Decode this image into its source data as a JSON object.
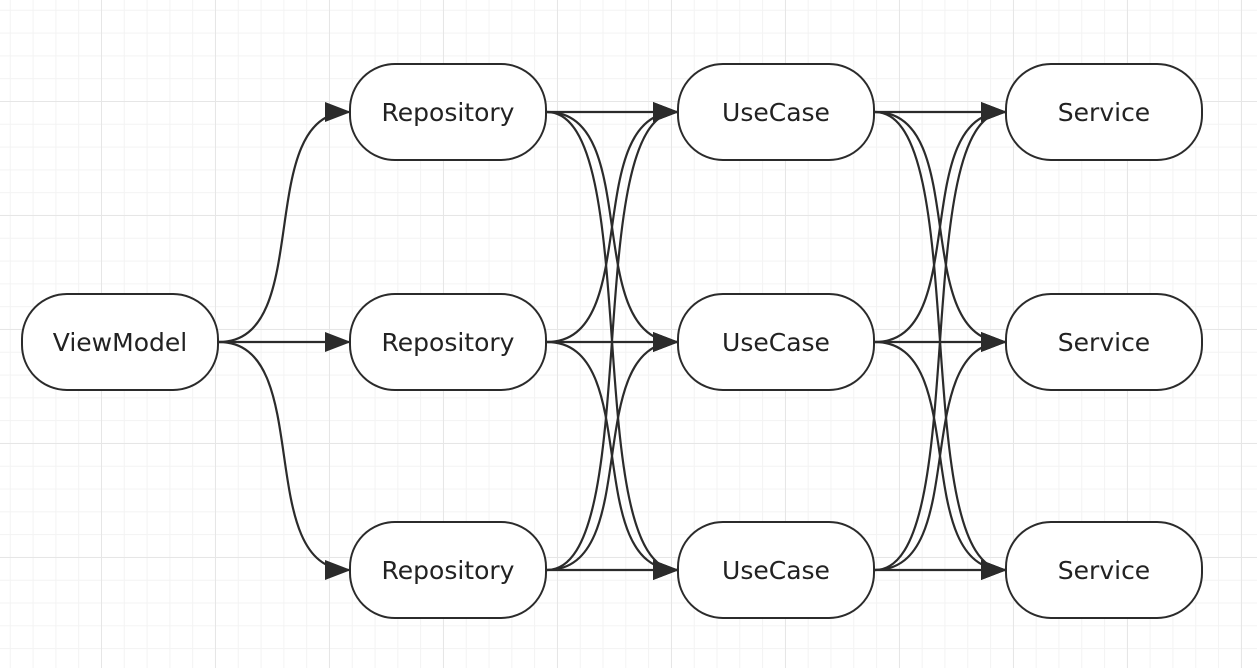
{
  "nodes": {
    "viewmodel": "ViewModel",
    "repository": [
      "Repository",
      "Repository",
      "Repository"
    ],
    "usecase": [
      "UseCase",
      "UseCase",
      "UseCase"
    ],
    "service": [
      "Service",
      "Service",
      "Service"
    ]
  },
  "edges": [
    {
      "from": "viewmodel",
      "to": "repository.0"
    },
    {
      "from": "viewmodel",
      "to": "repository.1"
    },
    {
      "from": "viewmodel",
      "to": "repository.2"
    },
    {
      "from": "repository.0",
      "to": "usecase.0"
    },
    {
      "from": "repository.0",
      "to": "usecase.1"
    },
    {
      "from": "repository.0",
      "to": "usecase.2"
    },
    {
      "from": "repository.1",
      "to": "usecase.0"
    },
    {
      "from": "repository.1",
      "to": "usecase.1"
    },
    {
      "from": "repository.1",
      "to": "usecase.2"
    },
    {
      "from": "repository.2",
      "to": "usecase.0"
    },
    {
      "from": "repository.2",
      "to": "usecase.1"
    },
    {
      "from": "repository.2",
      "to": "usecase.2"
    },
    {
      "from": "usecase.0",
      "to": "service.0"
    },
    {
      "from": "usecase.0",
      "to": "service.1"
    },
    {
      "from": "usecase.0",
      "to": "service.2"
    },
    {
      "from": "usecase.1",
      "to": "service.0"
    },
    {
      "from": "usecase.1",
      "to": "service.1"
    },
    {
      "from": "usecase.1",
      "to": "service.2"
    },
    {
      "from": "usecase.2",
      "to": "service.0"
    },
    {
      "from": "usecase.2",
      "to": "service.1"
    },
    {
      "from": "usecase.2",
      "to": "service.2"
    }
  ],
  "colors": {
    "stroke": "#2b2b2b",
    "text": "#222222",
    "background": "#ffffff",
    "grid": "#e6e6e6"
  }
}
